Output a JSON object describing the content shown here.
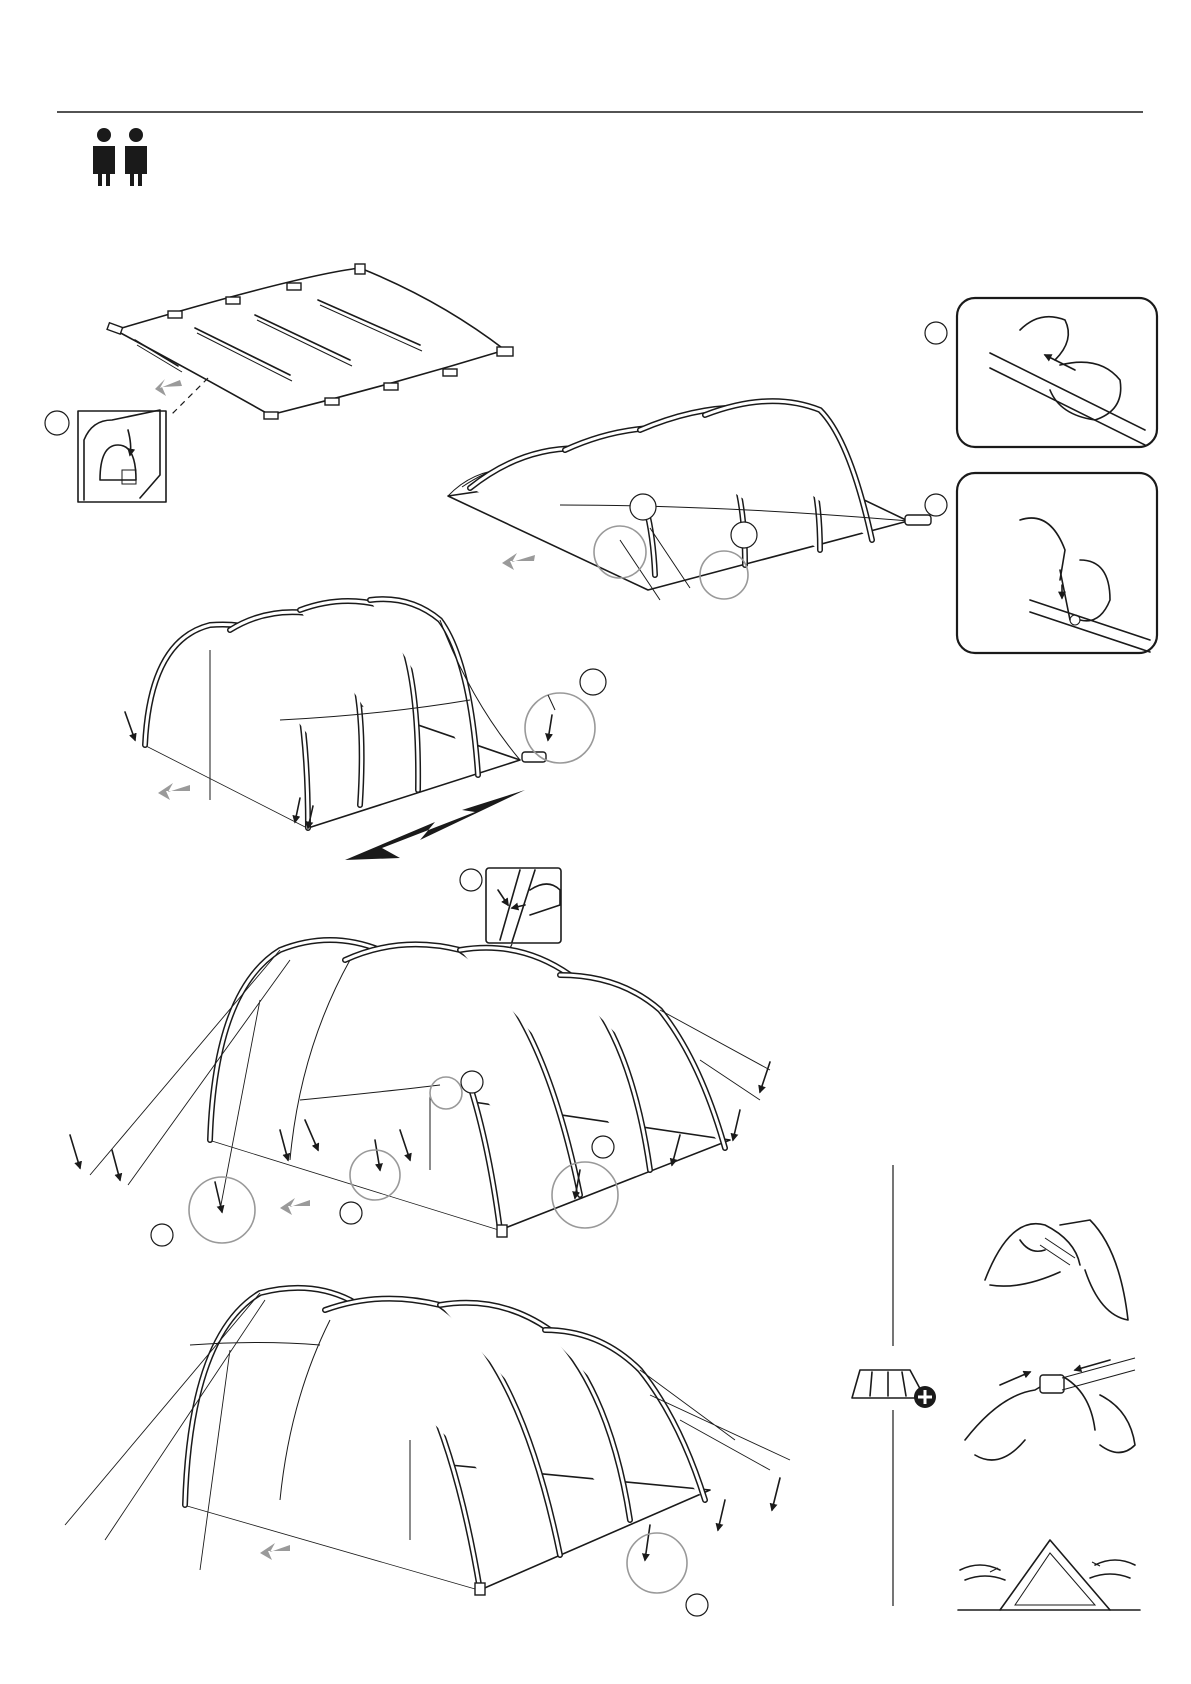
{
  "page": {
    "background": "#ffffff",
    "ink": "#1a1a1a",
    "accent_grey": "#9a9a9a"
  },
  "header": {
    "people_count": 2,
    "icon": "two-persons-icon"
  },
  "steps": [
    {
      "id": "groundsheet-layout",
      "icon": "tent-door-detail-icon"
    },
    {
      "id": "insert-poles",
      "icons": [
        "pole-sleeve-detail-icon",
        "pole-pin-detail-icon"
      ]
    },
    {
      "id": "raise-and-peg-rear",
      "icon": "peg-detail-icon"
    },
    {
      "id": "peg-and-guy-lines",
      "icon": "buckle-detail-icon"
    },
    {
      "id": "finished-tent",
      "icon": "peg-detail-icon"
    }
  ],
  "sidebar": {
    "icons": [
      "tension-strap-icon",
      "buckle-adjust-icon",
      "wind-direction-icon",
      "add-tent-icon"
    ]
  }
}
